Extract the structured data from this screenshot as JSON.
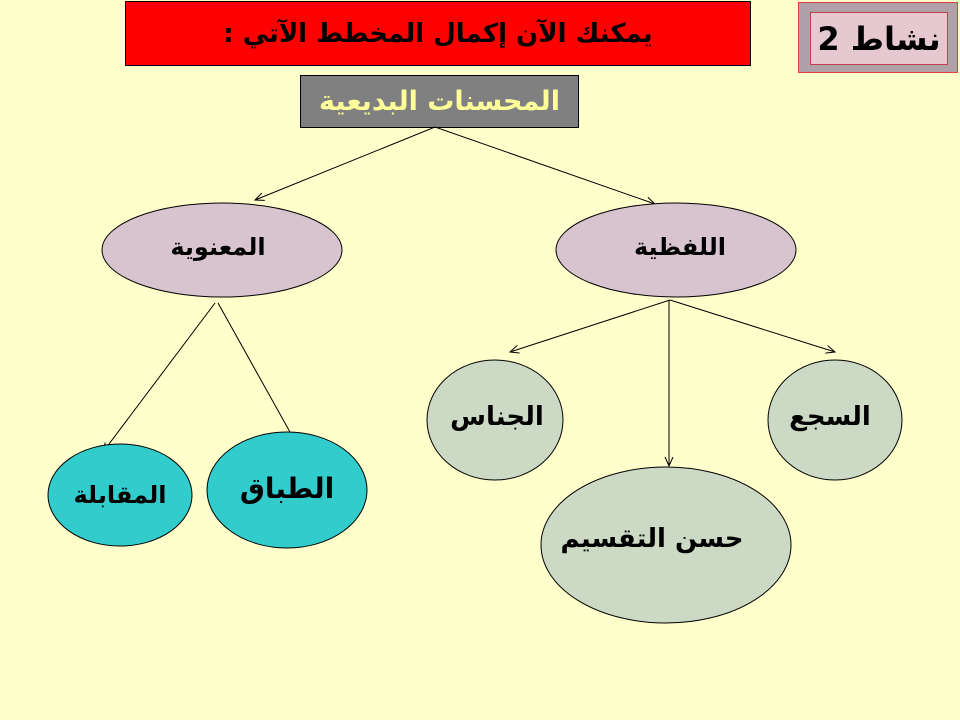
{
  "header": {
    "instruction": "يمكنك الآن إكمال المخطط الآتي :",
    "activity_badge": "نشاط 2"
  },
  "diagram": {
    "root": "المحسنات البديعية",
    "branches": {
      "semantic": {
        "label": "المعنوية",
        "children": [
          "الطباق",
          "المقابلة"
        ]
      },
      "verbal": {
        "label": "اللفظية",
        "children": [
          "السجع",
          "حسن التقسيم",
          "الجناس"
        ]
      }
    }
  },
  "colors": {
    "background": "#FFFFCC",
    "title": "#FF0000",
    "root": "#808080",
    "level1": "#D8C4CE",
    "verbal_leaf": "#CCD9C4",
    "semantic_leaf": "#33CCCC"
  }
}
